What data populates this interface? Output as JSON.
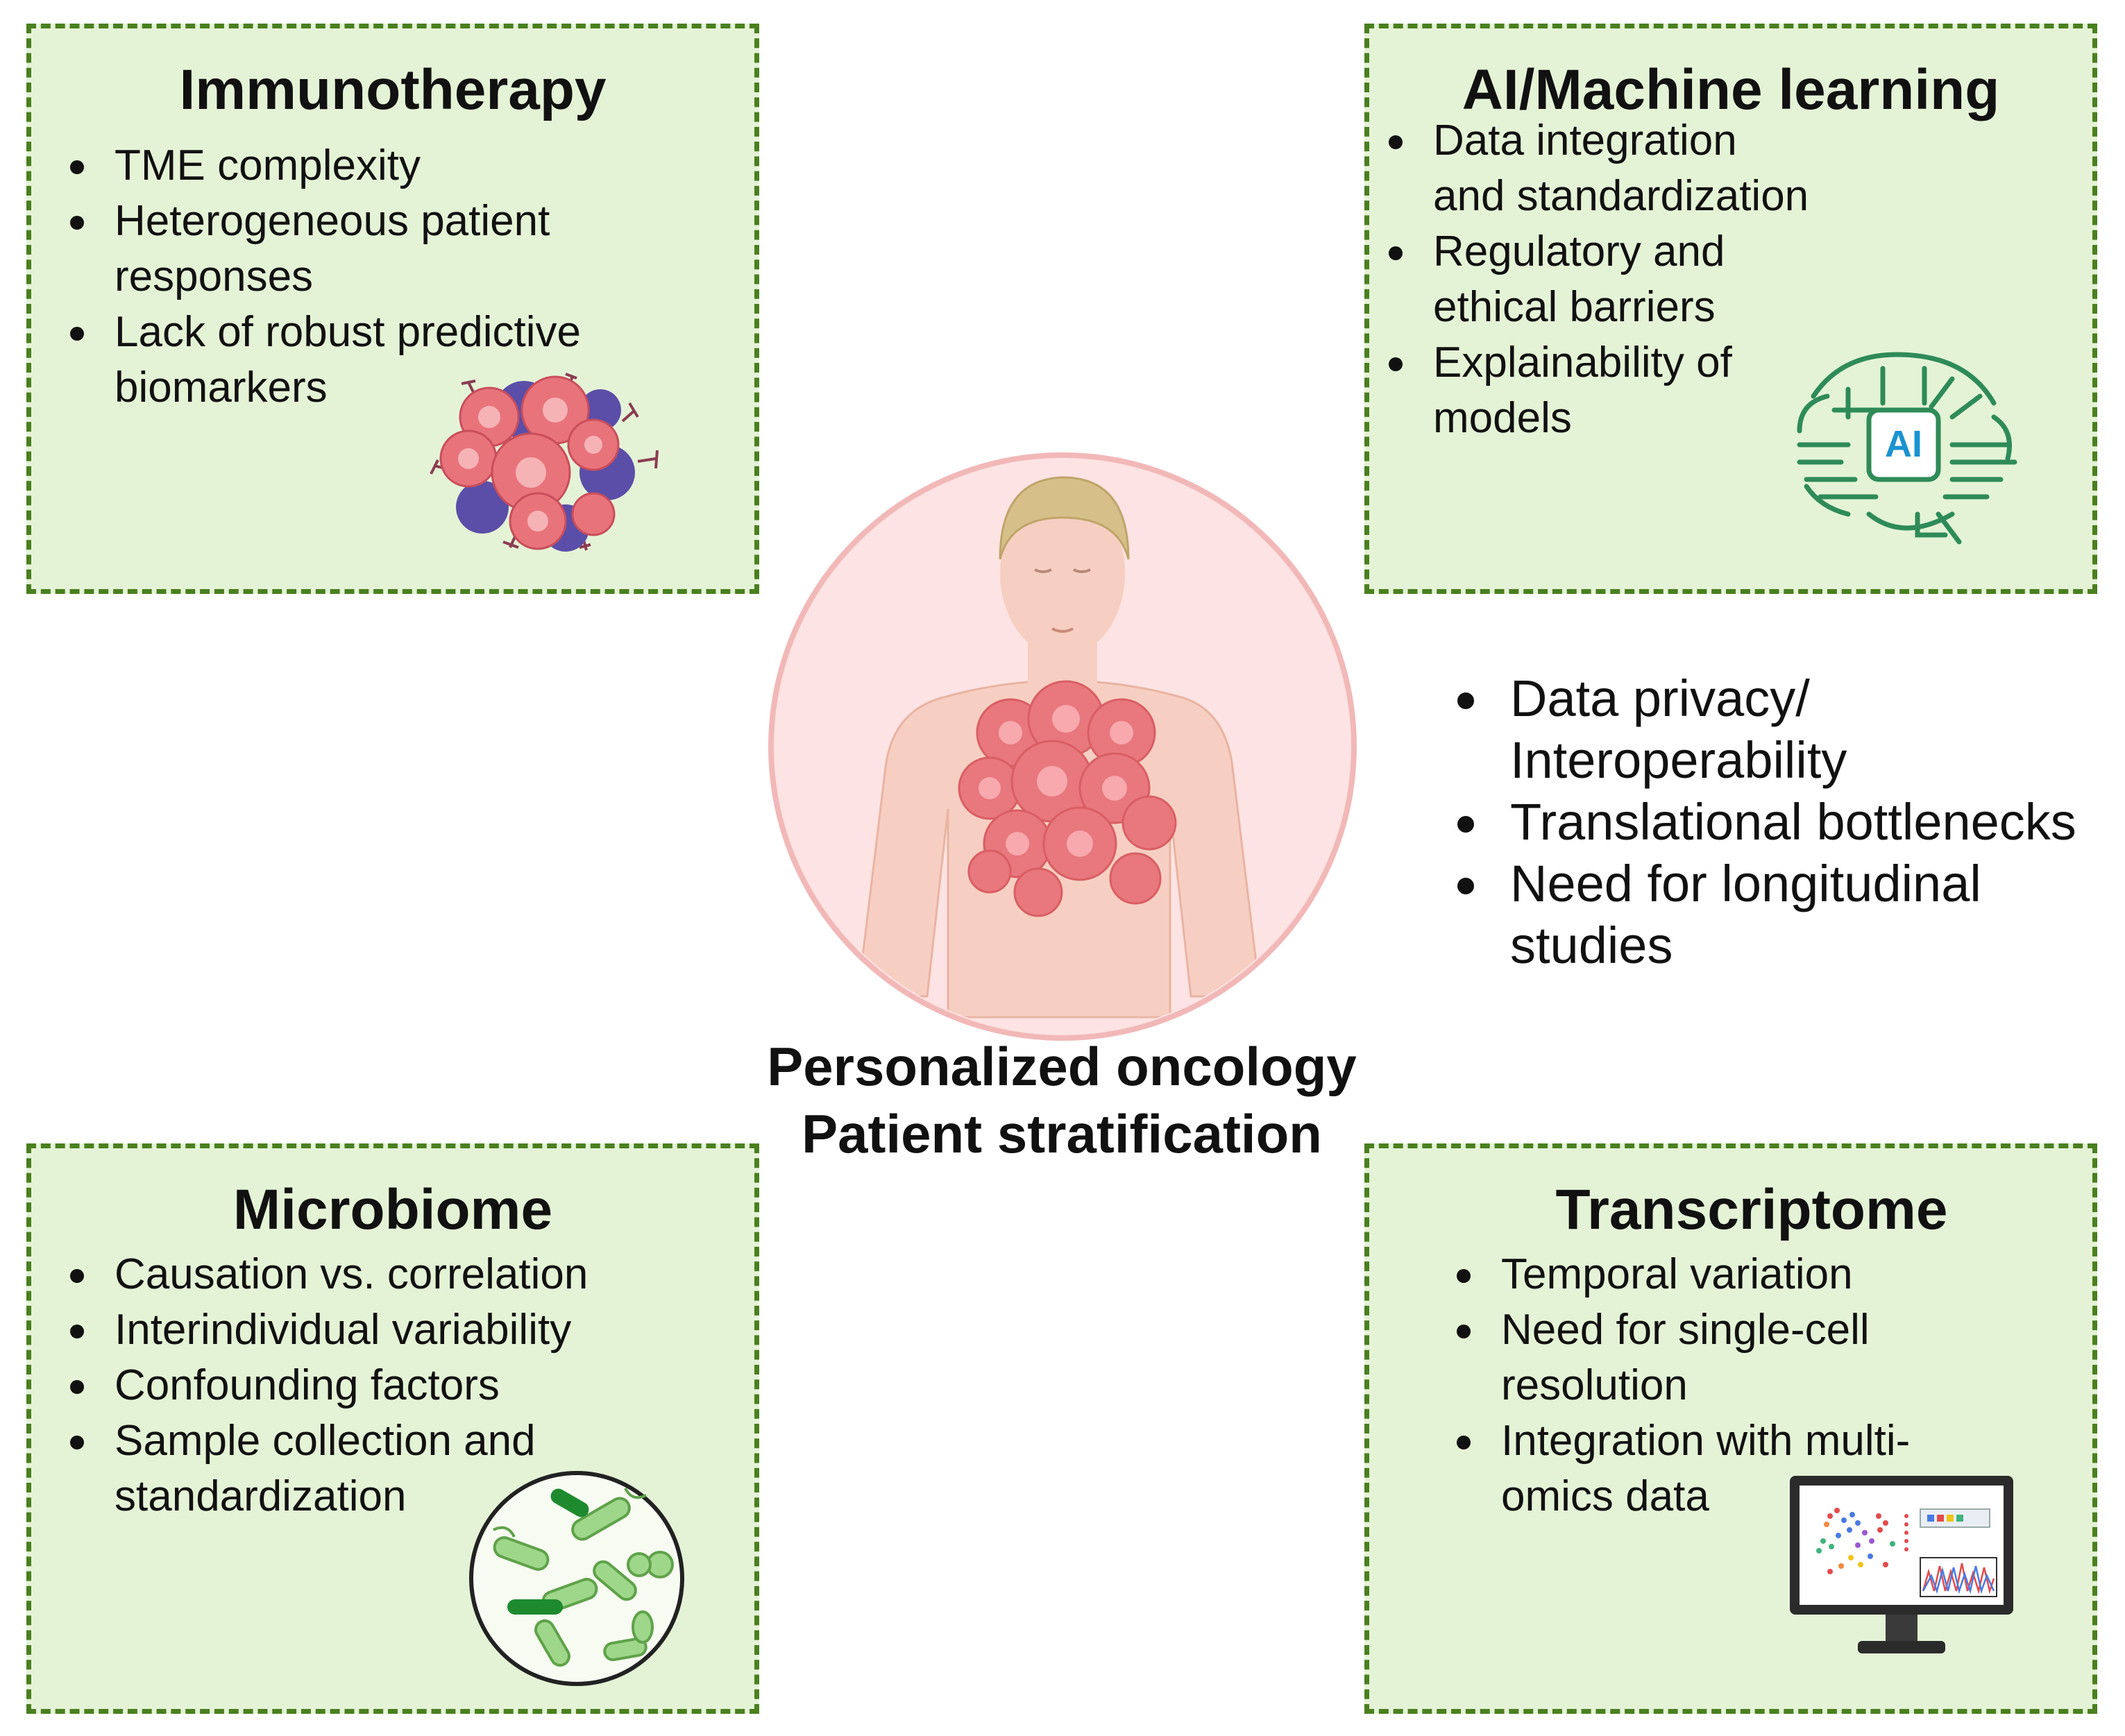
{
  "center": {
    "title_line1": "Personalized oncology",
    "title_line2": "Patient stratification"
  },
  "immunotherapy": {
    "title": "Immunotherapy",
    "items": [
      "TME complexity",
      "Heterogeneous patient responses",
      "Lack of robust predictive biomarkers"
    ]
  },
  "ai": {
    "title": "AI/Machine learning",
    "items": [
      "Data integration and standardization",
      "Regulatory and ethical barriers",
      "Explainability of models"
    ],
    "chip_label": "AI"
  },
  "general": {
    "items": [
      "Data privacy/ Interoperability",
      "Translational bottlenecks",
      "Need for longitudinal studies"
    ]
  },
  "microbiome": {
    "title": "Microbiome",
    "items": [
      "Causation vs. correlation",
      "Interindividual variability",
      "Confounding factors",
      "Sample collection and standardization"
    ]
  },
  "transcriptome": {
    "title": "Transcriptome",
    "items": [
      "Temporal variation",
      "Need for single-cell resolution",
      "Integration with multi-omics data"
    ]
  },
  "colors": {
    "box_fill": "#e4f3d6",
    "box_border": "#4a7f1f",
    "tumor": "#e8737b",
    "immune_cell": "#5b4ea8",
    "circle_fill": "#fde3e3",
    "circle_border": "#f2b8b8",
    "ai_circuit": "#2e8b57",
    "ai_chip_text": "#1a93d1",
    "bacteria": "#7ec26b"
  },
  "icons": [
    "tumor-cell-cluster-icon",
    "ai-brain-icon",
    "human-torso-tumor-icon",
    "bacteria-petri-icon",
    "monitor-single-cell-icon"
  ]
}
